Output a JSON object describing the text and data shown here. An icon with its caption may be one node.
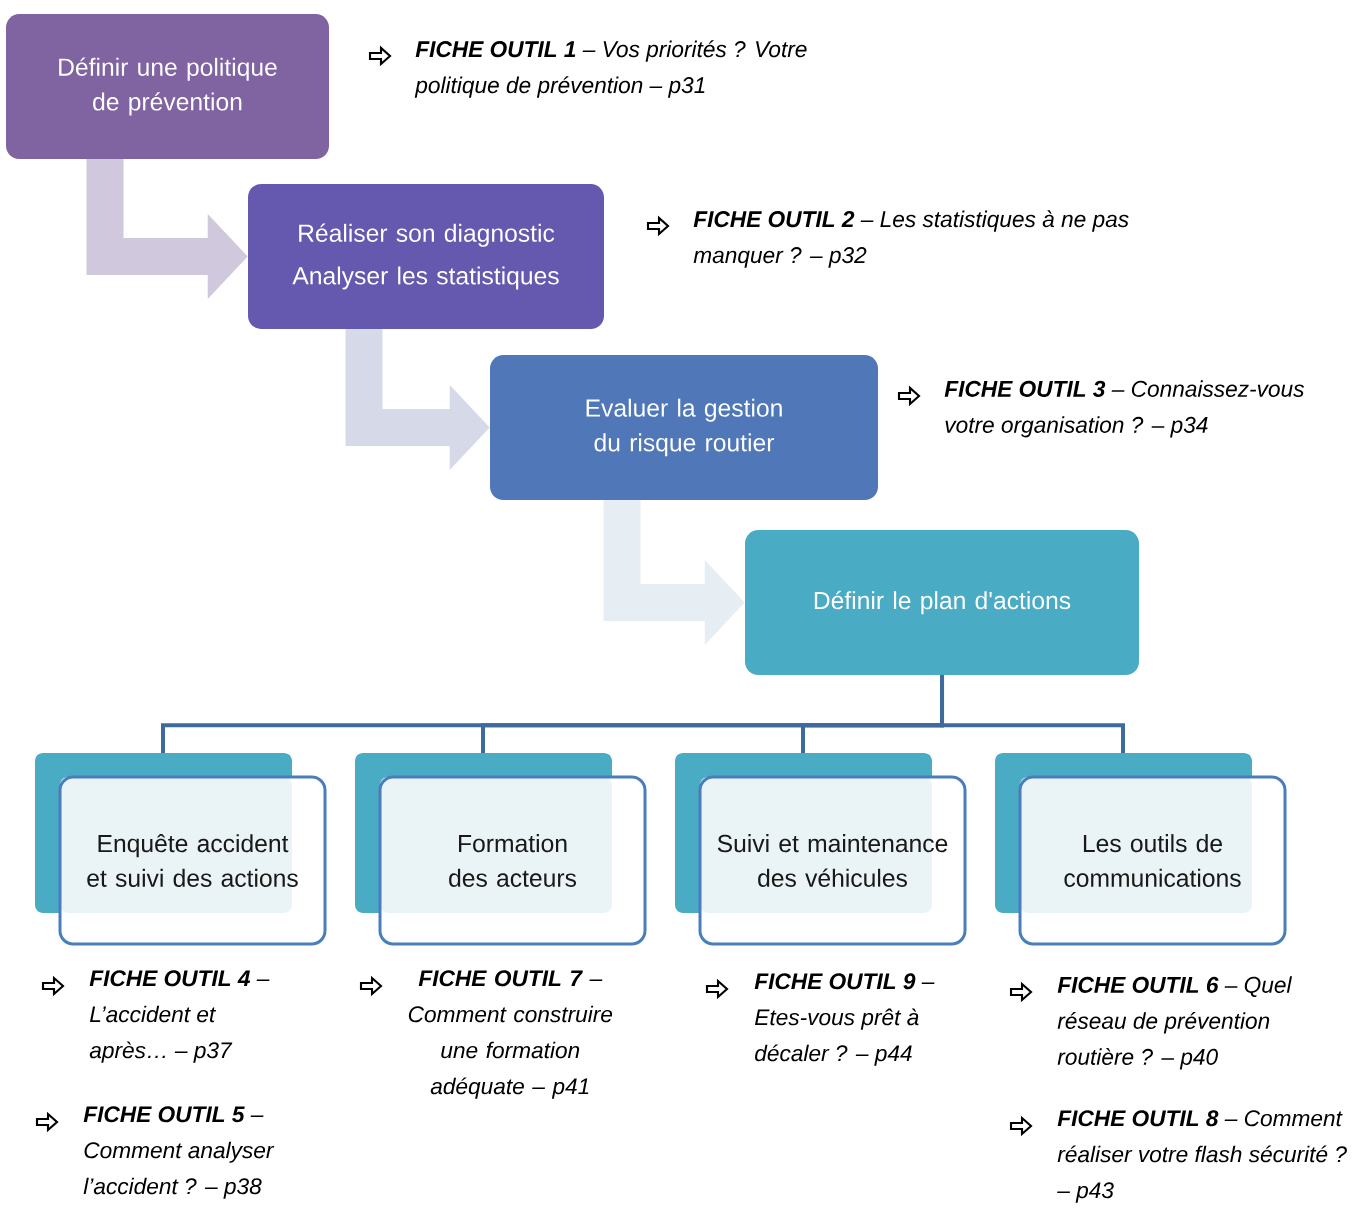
{
  "diagram": {
    "nodes": [
      {
        "text": [
          "Définir une politique de prévention"
        ],
        "beside": [
          "**FICHE OUTIL 1** – Vos priorités ? Votre politique de prévention – p31"
        ]
      },
      {
        "text": [
          "Réaliser son diagnostic",
          "Analyser les statistiques"
        ],
        "beside": [
          "**FICHE OUTIL 2** – Les statistiques à ne pas manquer ?  – p32"
        ]
      },
      {
        "text": [
          "Evaluer la gestion du risque routier"
        ],
        "beside": [
          "**FICHE OUTIL 3** – Connaissez-vous votre organisation ?  – p34"
        ]
      },
      {
        "text": [
          "Définir le plan d'actions"
        ]
      },
      {
        "text": [
          "Enquête accident et suivi des actions"
        ],
        "beside": [
          "**FICHE OUTIL 4**  – L’accident et après…  – p37",
          "**FICHE OUTIL 5**  – Comment analyser l’accident ?  – p38"
        ]
      },
      {
        "text": [
          "Formation des acteurs"
        ],
        "beside": [
          "**FICHE OUTIL 7**  – Comment construire une formation adéquate  – p41"
        ]
      },
      {
        "text": [
          "Suivi et maintenance des véhicules"
        ],
        "beside": [
          "**FICHE OUTIL 9**  – Etes-vous prêt à décaler ?  – p44"
        ]
      },
      {
        "text": [
          "Les outils de communications"
        ],
        "beside": [
          "**FICHE OUTIL 6**  – Quel réseau de prévention routière ? – p40",
          "**FICHE OUTIL 8**  – Comment réaliser votre flash sécurité ? – p43"
        ]
      }
    ],
    "edges": [
      {
        "from": 0,
        "to": 1,
        "arrow": "to",
        "style": "thick",
        "color": "#d0c8dc"
      },
      {
        "from": 1,
        "to": 2,
        "arrow": "to",
        "style": "thick",
        "color": "#d6d9e8"
      },
      {
        "from": 2,
        "to": 3,
        "arrow": "to",
        "style": "thick",
        "color": "#e6eef3"
      },
      {
        "from": 3,
        "to": 4,
        "arrow": "none"
      },
      {
        "from": 3,
        "to": 5,
        "arrow": "none"
      },
      {
        "from": 3,
        "to": 6,
        "arrow": "none"
      },
      {
        "from": 3,
        "to": 7,
        "arrow": "none"
      }
    ]
  }
}
